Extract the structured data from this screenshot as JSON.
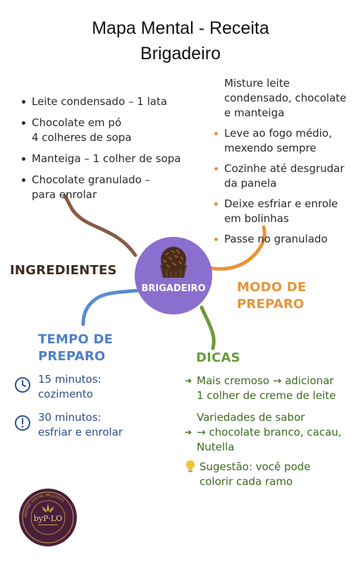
{
  "title": {
    "line1": "Mapa Mental - Receita",
    "line2": "Brigadeiro"
  },
  "center": {
    "label": "BRIGADEIRO",
    "icon": "brigadeiro-icon"
  },
  "branches": {
    "ingredientes": {
      "label": "INGREDIENTES",
      "color": "#3e2c23",
      "items": [
        "Leite condensado – 1 lata",
        "Chocolate em pó\n4 colheres de sopa",
        "Manteiga – 1 colher de sopa",
        "Chocolate granulado –\npara enrolar"
      ]
    },
    "modo": {
      "label": "MODO DE\nPREPARO",
      "color": "#e8943a",
      "steps": [
        "Misture leite\ncondensado, chocolate\ne manteiga",
        "Leve ao fogo médio,\nmexendo sempre",
        "Cozinhe até desgrudar\nda panela",
        "Deixe esfriar e enrole\nem bolinhas",
        "Passe no granulado"
      ]
    },
    "tempo": {
      "label": "TEMPO DE\nPREPARO",
      "color": "#4f7fc7",
      "items": [
        {
          "text": "15 minutos:\ncozimento",
          "icon": "clock-icon"
        },
        {
          "text": "30 minutos:\nesfriar e enrolar",
          "icon": "clock-alert-icon"
        }
      ]
    },
    "dicas": {
      "label": "DICAS",
      "color": "#6b9b3a",
      "tips": [
        {
          "text": "Mais cremoso → adicionar\n1 colher de creme de leite",
          "icon": "arrow-icon"
        },
        {
          "text": "Variedades de sabor\n→ chocolate branco, cacau,\nNutella",
          "icon": "arrow-icon"
        },
        {
          "text": "Sugestão: você pode\ncolorir cada ramo",
          "icon": "lightbulb-icon"
        }
      ]
    }
  },
  "logo": {
    "icon": "byplo-seal-logo",
    "text": "byP·LO",
    "ring_text": "IMPÉRIO DIGITAL INCLUSIVO"
  }
}
